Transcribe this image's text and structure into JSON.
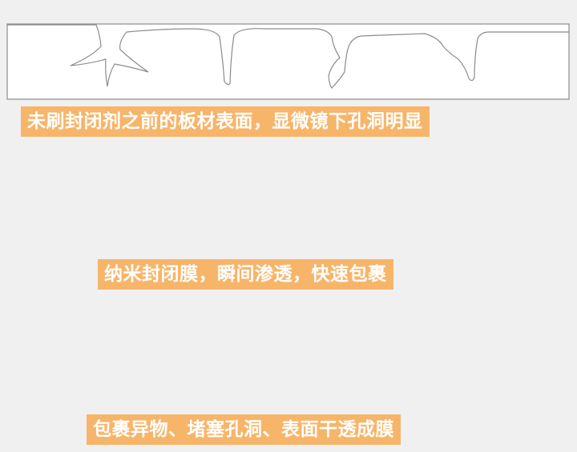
{
  "panels": [
    {
      "caption": "未刷封闭剂之前的板材表面，显微镜下孔洞明显"
    },
    {
      "caption": "纳米封闭膜，瞬间渗透，快速包裹"
    },
    {
      "caption": "包裹异物、堵塞孔洞、表面干透成膜"
    }
  ],
  "colors": {
    "background": "#f0f0f0",
    "outline": "#8c8c8c",
    "caption_bg": "#f7b56a",
    "caption_text": "#ffffff",
    "particles": "#9a9a9a",
    "arrows": "#222222"
  },
  "icons": [
    "down-arrow-icon"
  ]
}
